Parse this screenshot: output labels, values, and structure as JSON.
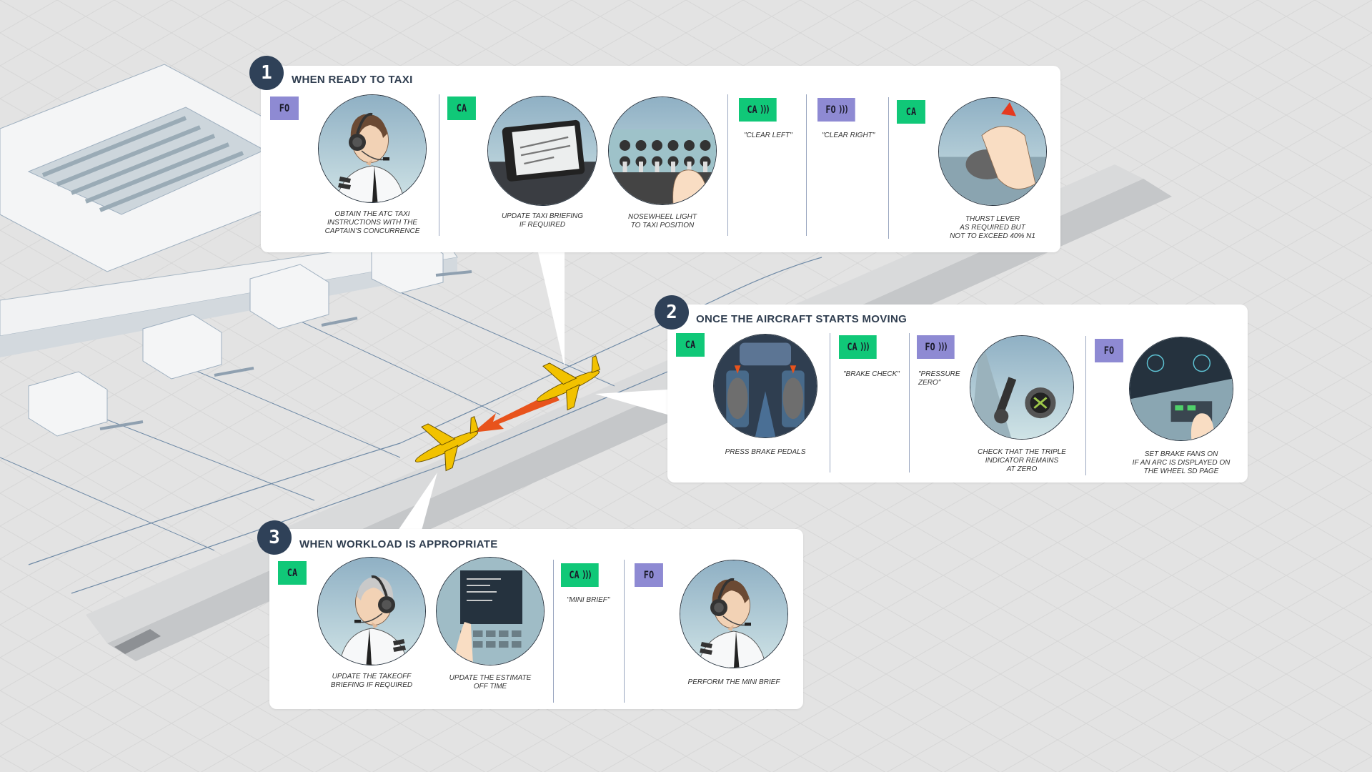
{
  "colors": {
    "ca": "#10c878",
    "fo": "#8e8ad3",
    "badge": "#2f4158",
    "arrow": "#e8531c",
    "aircraft": "#f2c200"
  },
  "panels": [
    {
      "number": "1",
      "title": "WHEN READY TO TAXI",
      "items": [
        {
          "type": "tag",
          "role": "FO",
          "speech": false
        },
        {
          "type": "illus",
          "icon": "first-officer-headset",
          "caption": "OBTAIN THE ATC TAXI\nINSTRUCTIONS WITH THE\nCAPTAIN'S CONCURRENCE"
        },
        {
          "type": "divider"
        },
        {
          "type": "tag",
          "role": "CA",
          "speech": false
        },
        {
          "type": "illus",
          "icon": "tablet",
          "caption": "UPDATE TAXI BRIEFING\nIF REQUIRED"
        },
        {
          "type": "illus",
          "icon": "switch-panel",
          "caption": "NOSEWHEEL LIGHT\nTO TAXI POSITION"
        },
        {
          "type": "divider"
        },
        {
          "type": "tag",
          "role": "CA",
          "speech": true
        },
        {
          "type": "quote",
          "text": "\"CLEAR LEFT\""
        },
        {
          "type": "divider"
        },
        {
          "type": "tag",
          "role": "FO",
          "speech": true
        },
        {
          "type": "quote",
          "text": "\"CLEAR RIGHT\""
        },
        {
          "type": "divider"
        },
        {
          "type": "tag",
          "role": "CA",
          "speech": false
        },
        {
          "type": "illus",
          "icon": "thrust-lever",
          "caption": "THURST LEVER\nAS REQUIRED BUT\nNOT TO EXCEED 40% N1"
        }
      ]
    },
    {
      "number": "2",
      "title": "ONCE THE AIRCRAFT STARTS MOVING",
      "items": [
        {
          "type": "tag",
          "role": "CA",
          "speech": false
        },
        {
          "type": "illus",
          "icon": "brake-pedals",
          "caption": "PRESS BRAKE PEDALS"
        },
        {
          "type": "divider"
        },
        {
          "type": "tag",
          "role": "CA",
          "speech": true
        },
        {
          "type": "quote",
          "text": "\"BRAKE CHECK\""
        },
        {
          "type": "divider"
        },
        {
          "type": "tag",
          "role": "FO",
          "speech": true
        },
        {
          "type": "quote",
          "text": "\"PRESSURE\nZERO\""
        },
        {
          "type": "illus",
          "icon": "triple-indicator",
          "caption": "CHECK THAT THE TRIPLE\nINDICATOR REMAINS\nAT ZERO"
        },
        {
          "type": "divider"
        },
        {
          "type": "tag",
          "role": "FO",
          "speech": false
        },
        {
          "type": "illus",
          "icon": "brake-fans-panel",
          "caption": "SET BRAKE FANS ON\nIF AN ARC IS DISPLAYED ON\nTHE WHEEL SD PAGE"
        }
      ]
    },
    {
      "number": "3",
      "title": "WHEN WORKLOAD IS APPROPRIATE",
      "items": [
        {
          "type": "tag",
          "role": "CA",
          "speech": false
        },
        {
          "type": "illus",
          "icon": "captain-headset",
          "caption": "UPDATE THE TAKEOFF\nBRIEFING IF REQUIRED"
        },
        {
          "type": "illus",
          "icon": "mcdu",
          "caption": "UPDATE THE ESTIMATE\nOFF TIME"
        },
        {
          "type": "divider"
        },
        {
          "type": "tag",
          "role": "CA",
          "speech": true
        },
        {
          "type": "quote",
          "text": "\"MINI BRIEF\""
        },
        {
          "type": "divider"
        },
        {
          "type": "tag",
          "role": "FO",
          "speech": false
        },
        {
          "type": "illus",
          "icon": "first-officer-headset-right",
          "caption": "PERFORM THE MINI BRIEF"
        }
      ]
    }
  ]
}
